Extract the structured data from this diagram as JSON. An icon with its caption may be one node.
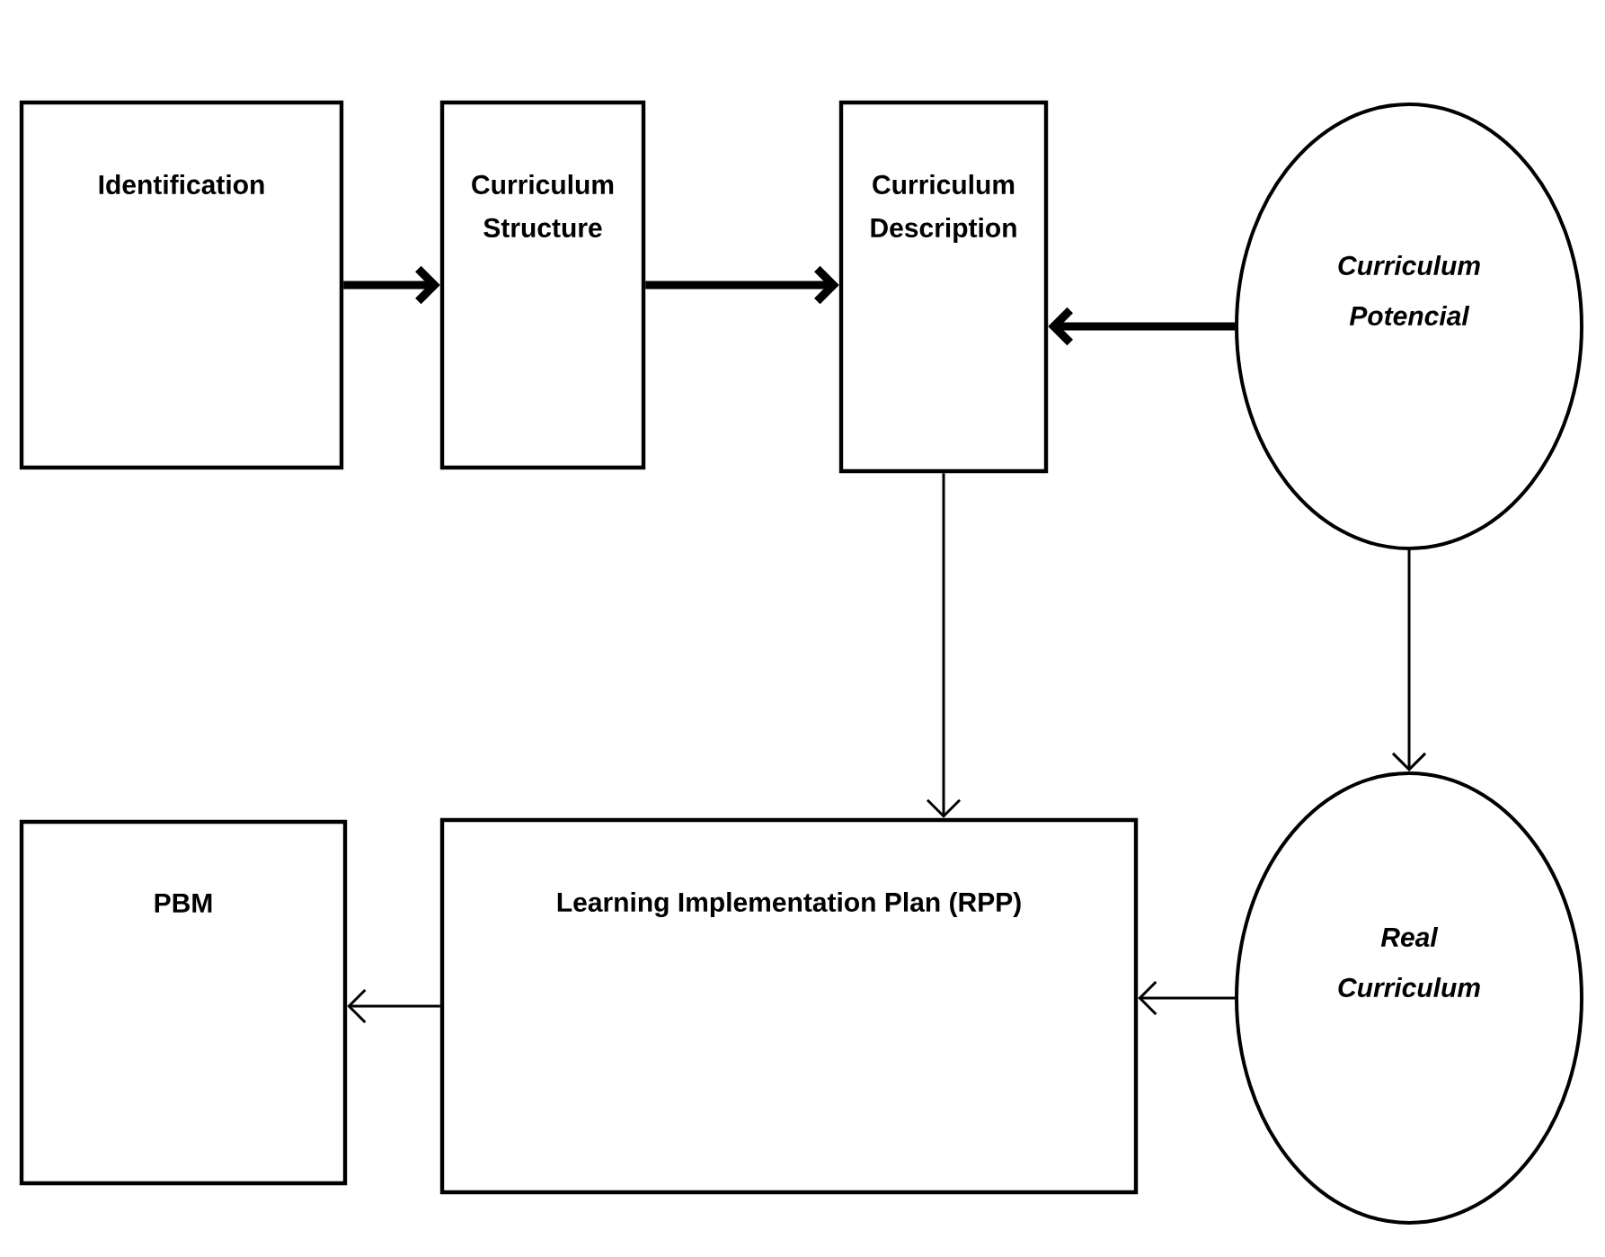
{
  "diagram": {
    "nodes": [
      {
        "text": [
          "Identification"
        ]
      },
      {
        "text": [
          "Curriculum Structure"
        ]
      },
      {
        "text": [
          "Curriculum Description"
        ]
      },
      {
        "text": [
          "Curriculum Potencial"
        ]
      },
      {
        "text": [
          "PBM"
        ]
      },
      {
        "text": [
          "Learning Implementation Plan (RPP)"
        ]
      },
      {
        "text": [
          "Real Curriculum"
        ]
      }
    ],
    "edges": [
      {
        "from": 0,
        "to": 1,
        "arrow": "to",
        "style": "thick"
      },
      {
        "from": 1,
        "to": 2,
        "arrow": "to",
        "style": "thick"
      },
      {
        "from": 3,
        "to": 2,
        "arrow": "to",
        "style": "thick"
      },
      {
        "from": 2,
        "to": 5,
        "arrow": "to"
      },
      {
        "from": 3,
        "to": 6,
        "arrow": "to"
      },
      {
        "from": 6,
        "to": 5,
        "arrow": "to"
      },
      {
        "from": 5,
        "to": 4,
        "arrow": "to"
      }
    ]
  }
}
